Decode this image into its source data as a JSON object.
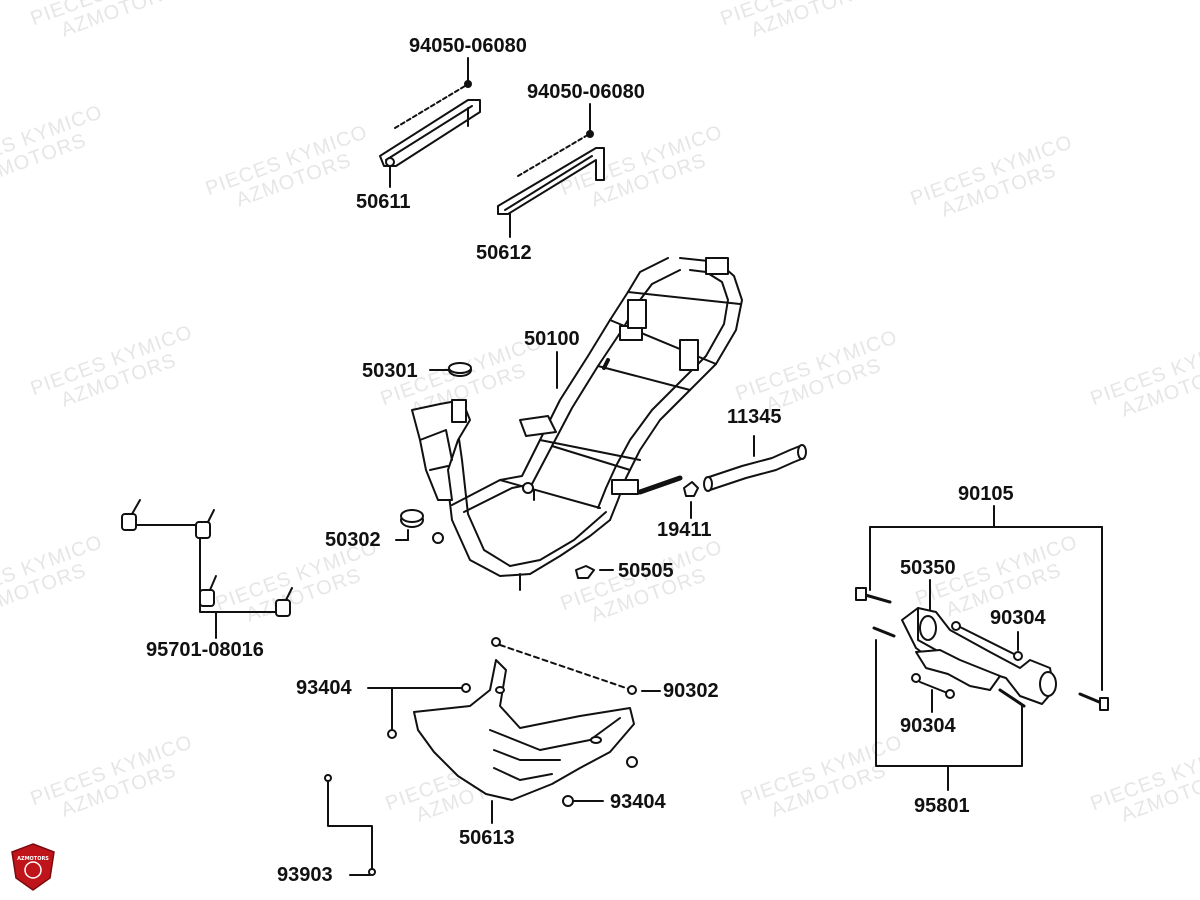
{
  "watermark": {
    "line1": "PIECES KYMICO",
    "line2": "AZMOTORS"
  },
  "logo": {
    "text": "AZMOTORS",
    "color": "#c0141b"
  },
  "callouts": {
    "p94050a": "94050-06080",
    "p94050b": "94050-06080",
    "p50611": "50611",
    "p50612": "50612",
    "p50100": "50100",
    "p50301": "50301",
    "p11345": "11345",
    "p50302": "50302",
    "p19411": "19411",
    "p50505": "50505",
    "p90105": "90105",
    "p50350": "50350",
    "p90304a": "90304",
    "p90304b": "90304",
    "p95801": "95801",
    "p95701": "95701-08016",
    "p93404a": "93404",
    "p90302": "90302",
    "p93404b": "93404",
    "p50613": "50613",
    "p93903": "93903"
  }
}
